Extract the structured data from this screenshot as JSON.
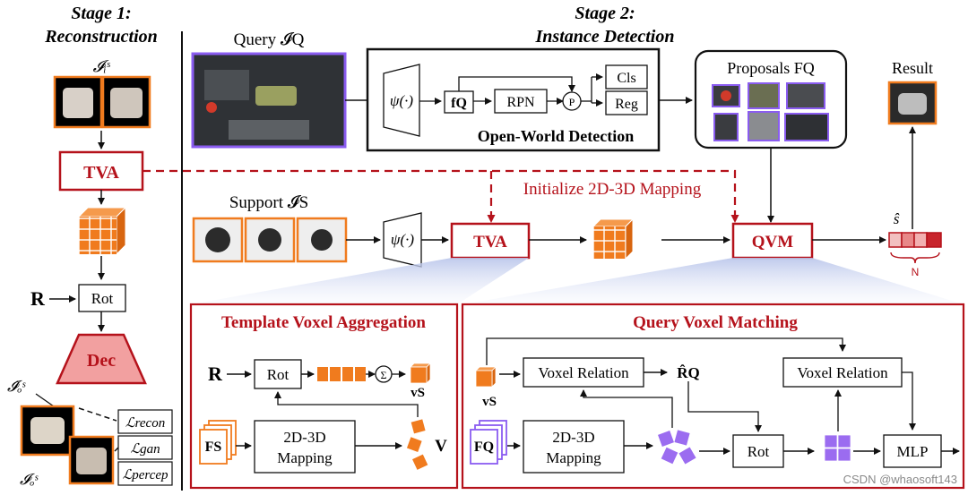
{
  "stage1": {
    "title_line1": "Stage 1:",
    "title_line2": "Reconstruction",
    "input_label": "𝓘ᵢˢ",
    "tva_label": "TVA",
    "rot_label": "Rot",
    "r_label": "R",
    "dec_label": "Dec",
    "output_label_top": "𝓘̂ₒˢ",
    "output_label_bottom": "𝓘ₒˢ",
    "loss_recon": "ℒrecon",
    "loss_gan": "ℒgan",
    "loss_percep": "ℒpercep"
  },
  "stage2": {
    "title_line1": "Stage 2:",
    "title_line2": "Instance Detection",
    "query_label": "Query 𝓘Q",
    "psi_label": "ψ(·)",
    "fq_label": "fQ",
    "rpn_label": "RPN",
    "p_label": "P",
    "cls_label": "Cls",
    "reg_label": "Reg",
    "owd_label": "Open-World Detection",
    "proposals_label": "Proposals FQ",
    "result_label": "Result",
    "init_label": "Initialize 2D-3D Mapping",
    "support_label": "Support 𝓘S",
    "tva_label": "TVA",
    "qvm_label": "QVM",
    "s_hat_label": "ŝ",
    "n_label": "N"
  },
  "tva_panel": {
    "title": "Template Voxel Aggregation",
    "r_label": "R",
    "rot_label": "Rot",
    "sum_label": "Σ",
    "vs_label": "vS",
    "fs_label": "FS",
    "mapping_line1": "2D-3D",
    "mapping_line2": "Mapping",
    "v_label": "V"
  },
  "qvm_panel": {
    "title": "Query Voxel Matching",
    "vs_label": "vS",
    "vr1_label": "Voxel Relation",
    "rq_label": "R̂Q",
    "vr2_label": "Voxel Relation",
    "fq_label": "FQ",
    "mapping_line1": "2D-3D",
    "mapping_line2": "Mapping",
    "rot_label": "Rot",
    "mlp_label": "MLP"
  },
  "watermark": "CSDN @whaosoft143",
  "colors": {
    "red": "#b5121b",
    "orange": "#f07b1e",
    "purple": "#8a5cf0",
    "pink": "#f2a0a0",
    "line": "#111111"
  }
}
